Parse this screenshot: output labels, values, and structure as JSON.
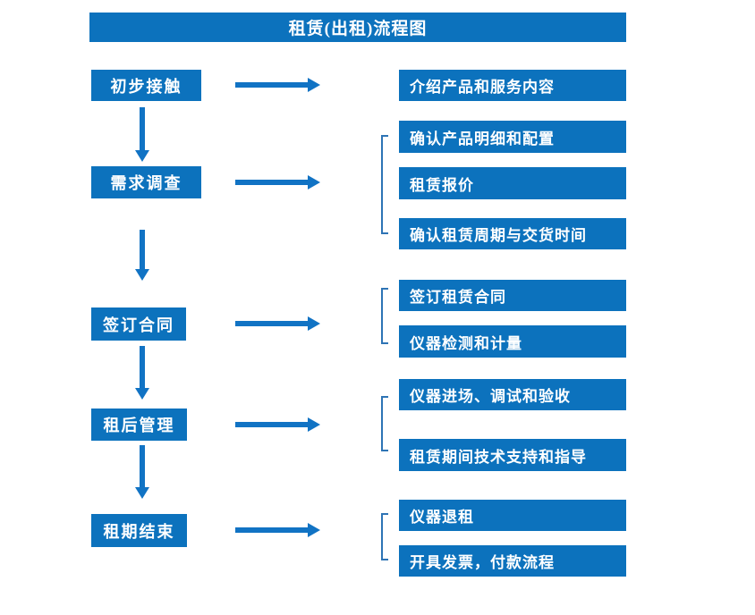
{
  "title": "租赁(出租)流程图",
  "colors": {
    "box_blue": "#0c72bd",
    "arrow_blue": "#1173c4",
    "bracket_blue": "#2e74b5",
    "text_white": "#ffffff",
    "background": "#ffffff"
  },
  "steps": [
    {
      "label": "初步接触"
    },
    {
      "label": "需求调查"
    },
    {
      "label": "签订合同"
    },
    {
      "label": "租后管理"
    },
    {
      "label": "租期结束"
    }
  ],
  "details": [
    {
      "label": "介绍产品和服务内容"
    },
    {
      "label": "确认产品明细和配置"
    },
    {
      "label": "租赁报价"
    },
    {
      "label": "确认租赁周期与交货时间"
    },
    {
      "label": "签订租赁合同"
    },
    {
      "label": "仪器检测和计量"
    },
    {
      "label": "仪器进场、调试和验收"
    },
    {
      "label": "租赁期间技术支持和指导"
    },
    {
      "label": "仪器退租"
    },
    {
      "label": "开具发票，付款流程"
    }
  ]
}
